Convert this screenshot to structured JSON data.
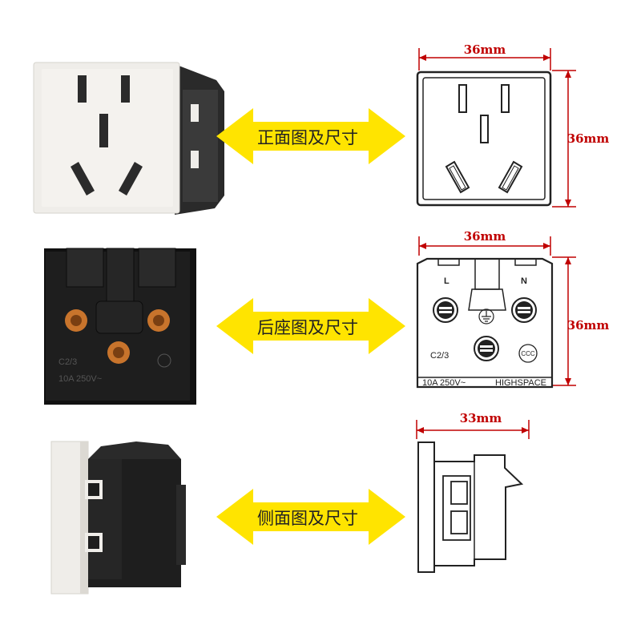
{
  "rows": [
    {
      "label": "正面图及尺寸",
      "dims": [
        "36mm",
        "36mm"
      ]
    },
    {
      "label": "后座图及尺寸",
      "dims": [
        "36mm",
        "36mm"
      ]
    },
    {
      "label": "侧面图及尺寸",
      "dims": [
        "33mm"
      ]
    }
  ],
  "back_markings": {
    "live": "L",
    "neutral": "N",
    "model": "C2/3",
    "cert": "CCC",
    "rating": "10A 250V~",
    "brand": "HIGHSPACE"
  },
  "photo_back_markings": {
    "model": "C2/3",
    "rating": "10A 250V~"
  },
  "colors": {
    "arrow_yellow": "#ffe400",
    "dimension_red": "#c00000",
    "socket_white": "#efede9",
    "socket_black": "#1e1e1e",
    "brass": "#c8742c"
  }
}
